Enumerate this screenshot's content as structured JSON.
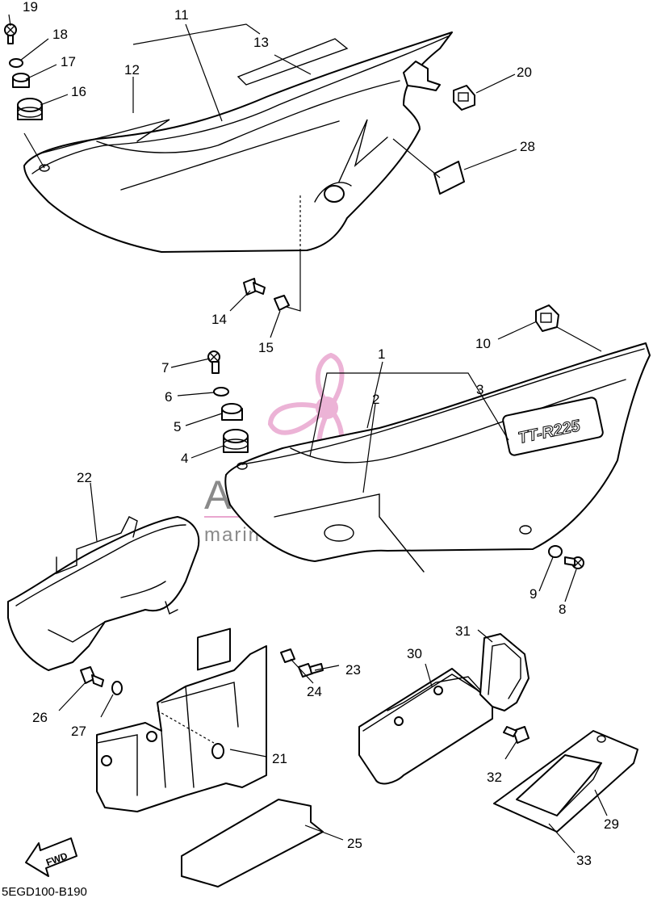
{
  "diagram": {
    "footer_code": "5EGD100-B190",
    "decal_text": "TT-R225",
    "fwd_label": "FWD",
    "watermark": {
      "brand": "ARMADA",
      "tagline": "marine outboards",
      "colors": {
        "logo_pink": "#e9a6cf",
        "logo_gray": "#8a8a8a"
      }
    },
    "callouts": [
      {
        "id": "p1",
        "label": "1"
      },
      {
        "id": "p2",
        "label": "2"
      },
      {
        "id": "p3",
        "label": "3"
      },
      {
        "id": "p4",
        "label": "4"
      },
      {
        "id": "p5",
        "label": "5"
      },
      {
        "id": "p6",
        "label": "6"
      },
      {
        "id": "p7",
        "label": "7"
      },
      {
        "id": "p8",
        "label": "8"
      },
      {
        "id": "p9",
        "label": "9"
      },
      {
        "id": "p10",
        "label": "10"
      },
      {
        "id": "p11",
        "label": "11"
      },
      {
        "id": "p12",
        "label": "12"
      },
      {
        "id": "p13",
        "label": "13"
      },
      {
        "id": "p14",
        "label": "14"
      },
      {
        "id": "p15",
        "label": "15"
      },
      {
        "id": "p16",
        "label": "16"
      },
      {
        "id": "p17",
        "label": "17"
      },
      {
        "id": "p18",
        "label": "18"
      },
      {
        "id": "p19",
        "label": "19"
      },
      {
        "id": "p20",
        "label": "20"
      },
      {
        "id": "p21",
        "label": "21"
      },
      {
        "id": "p22",
        "label": "22"
      },
      {
        "id": "p23",
        "label": "23"
      },
      {
        "id": "p24",
        "label": "24"
      },
      {
        "id": "p25",
        "label": "25"
      },
      {
        "id": "p26",
        "label": "26"
      },
      {
        "id": "p27",
        "label": "27"
      },
      {
        "id": "p28",
        "label": "28"
      },
      {
        "id": "p29",
        "label": "29"
      },
      {
        "id": "p30",
        "label": "30"
      },
      {
        "id": "p31",
        "label": "31"
      },
      {
        "id": "p32",
        "label": "32"
      },
      {
        "id": "p33",
        "label": "33"
      }
    ]
  }
}
